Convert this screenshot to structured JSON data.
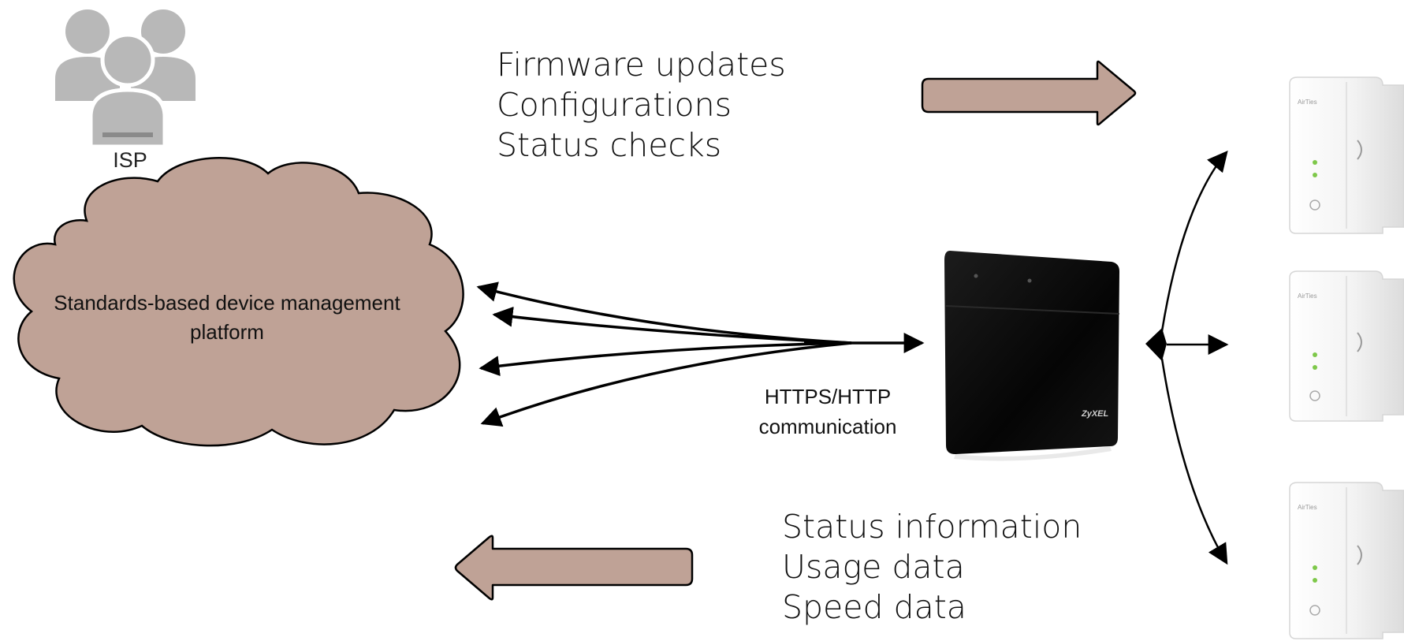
{
  "isp": {
    "label": "ISP"
  },
  "cloud": {
    "label_line1": "Standards-based device management",
    "label_line2": "platform"
  },
  "downstream": {
    "lines": [
      "Firmware updates",
      "Configurations",
      "Status checks"
    ]
  },
  "upstream": {
    "lines": [
      "Status information",
      "Usage data",
      "Speed data"
    ]
  },
  "link": {
    "line1": "HTTPS/HTTP",
    "line2": "communication"
  },
  "router": {
    "brand": "ZyXEL"
  },
  "extenders": {
    "brand": "AirTies",
    "count": 3
  },
  "colors": {
    "arrow_fill": "#bfa296",
    "outline": "#000000",
    "router": "#0a0a0a",
    "extender": "#f6f6f6",
    "isp_icon": "#b8b8b8"
  }
}
